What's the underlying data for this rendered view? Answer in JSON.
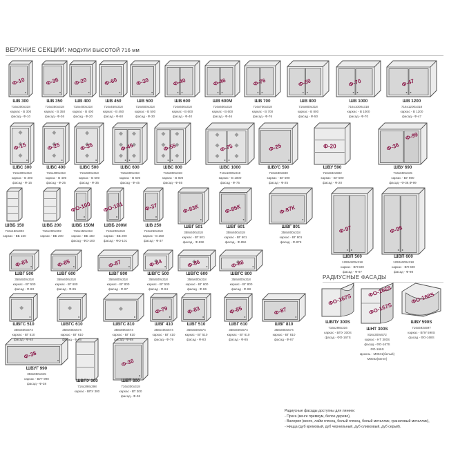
{
  "section_title": {
    "main": "ВЕРХНИЕ СЕКЦИИ:",
    "sub": "МОДУЛИ ВЫСОТОЙ 716 мм"
  },
  "radius_title": "РАДИУСНЫЕ ФАСАДЫ",
  "colors": {
    "frame": "#555555",
    "body": "#ececec",
    "door": "#d7d7d7",
    "label": "#8b1a4a"
  },
  "units": [
    {
      "name": "ШВ 300",
      "dims": "716x300x318",
      "lines": [
        "каркас - В 300",
        "фасад - Ф-10"
      ],
      "code": "Ф-10",
      "kind": "single"
    },
    {
      "name": "ШВ 350",
      "dims": "716x350x318",
      "lines": [
        "каркас - В 350",
        "фасад - Ф-36"
      ],
      "code": "Ф-36",
      "kind": "single"
    },
    {
      "name": "ШВ 400",
      "dims": "716x400x318",
      "lines": [
        "каркас - В 400",
        "фасад - Ф-20"
      ],
      "code": "Ф-20",
      "kind": "single"
    },
    {
      "name": "ШВ 450",
      "dims": "716x450x318",
      "lines": [
        "каркас - В 450",
        "фасад - Ф-60"
      ],
      "code": "Ф-60",
      "kind": "single"
    },
    {
      "name": "ШВ 500",
      "dims": "716x500x318",
      "lines": [
        "каркас - В 500",
        "фасад - Ф-30"
      ],
      "code": "Ф-30",
      "kind": "single"
    },
    {
      "name": "ШВ 600",
      "dims": "716x600x318",
      "lines": [
        "каркас - В 600",
        "фасад - Ф-40"
      ],
      "code": "Ф-40",
      "kind": "double"
    },
    {
      "name": "ШВ 600М",
      "dims": "716x600x318",
      "lines": [
        "каркас - В 600",
        "фасад - Ф-46"
      ],
      "code": "Ф-46",
      "kind": "double"
    },
    {
      "name": "ШВ 700",
      "dims": "716x700x318",
      "lines": [
        "каркас - В 700",
        "фасад - Ф-76"
      ],
      "code": "Ф-76",
      "kind": "double"
    },
    {
      "name": "ШВ 800",
      "dims": "716x800x318",
      "lines": [
        "каркас - В 800",
        "фасад - Ф-50"
      ],
      "code": "Ф-50",
      "kind": "double"
    },
    {
      "name": "ШВ 1000",
      "dims": "716x1000x318",
      "lines": [
        "каркас - В 1000",
        "фасад - Ф-70"
      ],
      "code": "Ф-70",
      "kind": "double"
    },
    {
      "name": "ШВ 1200",
      "dims": "716x1200x318",
      "lines": [
        "каркас - В 1200",
        "фасад - Ф-47"
      ],
      "code": "Ф-47",
      "kind": "double"
    },
    {
      "name": "ШВС 300",
      "dims": "716x300x318",
      "lines": [
        "каркас - В 300",
        "фасад - Ф-15"
      ],
      "code": "Ф-15",
      "kind": "glass"
    },
    {
      "name": "ШВС 400",
      "dims": "716x400x318",
      "lines": [
        "каркас - В 400",
        "фасад - Ф-25"
      ],
      "code": "Ф-25",
      "kind": "glass"
    },
    {
      "name": "ШВС 500",
      "dims": "716x500x318",
      "lines": [
        "каркас - В 500",
        "фасад - Ф-35"
      ],
      "code": "Ф-35",
      "kind": "glass"
    },
    {
      "name": "ШВС 600",
      "dims": "716x600x318",
      "lines": [
        "каркас - В 600",
        "фасад - Ф-45"
      ],
      "code": "Ф-45",
      "kind": "glass2"
    },
    {
      "name": "ШВС 800",
      "dims": "716x800x318",
      "lines": [
        "каркас - В 800",
        "фасад - Ф-55"
      ],
      "code": "Ф-55",
      "kind": "glass2"
    },
    {
      "name": "ШВС 1000",
      "dims": "716x1000x318",
      "lines": [
        "каркас - В 1000",
        "фасад - Ф-75"
      ],
      "code": "Ф-75",
      "kind": "glass2"
    },
    {
      "name": "ШВУС 590",
      "dims": "716x590x590",
      "lines": [
        "каркас - ВУ 590",
        "фасад - Ф-25"
      ],
      "code": "Ф-25",
      "kind": "corner"
    },
    {
      "name": "ШВУ 590",
      "dims": "716x592x592",
      "lines": [
        "каркас - ВУ 590",
        "фасад - Ф-20"
      ],
      "code": "Ф-20",
      "kind": "cornerOpen"
    },
    {
      "name": "ШВУ 690",
      "dims": "716x690x345",
      "lines": [
        "каркас - ВУ 690",
        "фасад - Ф-36,Ф-99"
      ],
      "code": "Ф-36",
      "code2": "Ф-99",
      "kind": "corner2"
    },
    {
      "name": "ШВБ 150",
      "dims": "716x150x302",
      "lines": [
        "каркас - ВБ 150"
      ],
      "code": "",
      "kind": "narrow"
    },
    {
      "name": "ШВБ 200",
      "dims": "716x200x302",
      "lines": [
        "каркас - ВБ 200"
      ],
      "code": "",
      "kind": "narrow"
    },
    {
      "name": "ШВБ 150М",
      "dims": "716x150x318",
      "lines": [
        "каркас - ВБ 150",
        "фасад - ФО-100"
      ],
      "code": "ФО-100",
      "kind": "narrowDoor"
    },
    {
      "name": "ШВБ 200М",
      "dims": "716x200x318",
      "lines": [
        "каркас - ВБ 200",
        "фасад - ФО-101"
      ],
      "code": "ФО-101",
      "kind": "narrowDoor"
    },
    {
      "name": "ШВ 250",
      "dims": "716x250x318",
      "lines": [
        "каркас - В 250",
        "фасад - Ф-37"
      ],
      "code": "Ф-37",
      "kind": "single"
    },
    {
      "name": "ШВГ 501",
      "dims": "358x500x318",
      "lines": [
        "каркас - ВГ 501",
        "фасад - Ф-83К"
      ],
      "code": "Ф-83К",
      "kind": "single"
    },
    {
      "name": "ШВГ 601",
      "dims": "358x600x318",
      "lines": [
        "каркас - ВГ 601",
        "фасад - Ф-85К"
      ],
      "code": "Ф-85К",
      "kind": "single"
    },
    {
      "name": "ШВГ 801",
      "dims": "358x800x318",
      "lines": [
        "каркас - ВГ 801",
        "фасад - Ф-87К"
      ],
      "code": "Ф-87К",
      "kind": "single"
    },
    {
      "name": "ШВП 500",
      "dims": "1290x500x318",
      "lines": [
        "каркас - ВП 500",
        "фасад - Ф-97"
      ],
      "code": "Ф-97",
      "kind": "tall"
    },
    {
      "name": "ШВП 600",
      "dims": "1290x600x318",
      "lines": [
        "каркас - ВП 600",
        "фасад - Ф-98"
      ],
      "code": "Ф-98",
      "kind": "tall"
    },
    {
      "name": "ШВГ 500",
      "dims": "358x500x318",
      "lines": [
        "каркас - ВГ 500",
        "фасад - Ф-83"
      ],
      "code": "Ф-83",
      "kind": "flat"
    },
    {
      "name": "ШВГ 600",
      "dims": "358x600x318",
      "lines": [
        "каркас - ВГ 600",
        "фасад - Ф-85"
      ],
      "code": "Ф-85",
      "kind": "flat"
    },
    {
      "name": "ШВГ 800",
      "dims": "358x800x318",
      "lines": [
        "каркас - ВГ 800",
        "фасад - Ф-87"
      ],
      "code": "Ф-87",
      "kind": "flat"
    },
    {
      "name": "ШВГС 500",
      "dims": "358x500x318",
      "lines": [
        "каркас - ВГ 500",
        "фасад - Ф-84"
      ],
      "code": "Ф-84",
      "kind": "flatGlass"
    },
    {
      "name": "ШВГС 600",
      "dims": "358x600x318",
      "lines": [
        "каркас - ВГ 600",
        "фасад - Ф-86"
      ],
      "code": "Ф-86",
      "kind": "flatGlass"
    },
    {
      "name": "ШВГС 800",
      "dims": "358x800x318",
      "lines": [
        "каркас - ВГ 800",
        "фасад - Ф-88"
      ],
      "code": "Ф-88",
      "kind": "flatGlass"
    },
    {
      "name": "ШВГС 510",
      "dims": "358x500x574",
      "lines": [
        "каркас - ВГ 510",
        "фасад - Ф-84"
      ],
      "code": "",
      "kind": "deepGlass"
    },
    {
      "name": "ШВГС 610",
      "dims": "358x600x574",
      "lines": [
        "каркас - ВГ 610",
        "фасад - Ф-86"
      ],
      "code": "",
      "kind": "deepGlass"
    },
    {
      "name": "ШВГС 810",
      "dims": "358x800x574",
      "lines": [
        "каркас - ВГ 810",
        "фасад - Ф-88"
      ],
      "code": "",
      "kind": "deepGlass"
    },
    {
      "name": "ШВГ 410",
      "dims": "358x400x574",
      "lines": [
        "каркас - ВГ 410",
        "фасад - Ф-79"
      ],
      "code": "Ф-79",
      "kind": "deep"
    },
    {
      "name": "ШВГ 510",
      "dims": "358x500x574",
      "lines": [
        "каркас - ВГ 510",
        "фасад - Ф-83"
      ],
      "code": "Ф-83",
      "kind": "deep"
    },
    {
      "name": "ШВГ 610",
      "dims": "358x600x574",
      "lines": [
        "каркас - ВГ 610",
        "фасад - Ф-85"
      ],
      "code": "Ф-85",
      "kind": "deep"
    },
    {
      "name": "ШВГ 810",
      "dims": "358x800x574",
      "lines": [
        "каркас - ВГ 810",
        "фасад - Ф-87"
      ],
      "code": "Ф-87",
      "kind": "deep"
    },
    {
      "name": "ШВУГ 990",
      "dims": "358x990x345",
      "lines": [
        "каркас - ВУГ 990",
        "фасад - Ф-38"
      ],
      "code": "Ф-38",
      "kind": "longFlat"
    },
    {
      "name": "ШВПУ 300",
      "dims": "716x298x298",
      "lines": [
        "каркас - ВПУ 300"
      ],
      "code": "",
      "kind": "openCorner"
    },
    {
      "name": "ШВТ 300",
      "dims": "716x300x318",
      "lines": [
        "каркас - ВТ 300",
        "фасад - Ф-36"
      ],
      "code": "Ф-36",
      "kind": "endCorner"
    },
    {
      "name": "ШВПУ 300S",
      "dims": "716x298x316",
      "lines": [
        "каркас - ВПУ 300S",
        "фасад - ФО-167S"
      ],
      "code": "ФО-167S",
      "kind": "radius"
    },
    {
      "name": "ШНТ 300S",
      "dims": "816x300x572",
      "lines": [
        "каркас - НТ 300S",
        "фасад - ФО-167S",
        "ФО-166S",
        "Цоколь - М0041(белый)",
        "М0042(венге)"
      ],
      "code": "ФО-166S",
      "code2": "ФО-167S",
      "kind": "radius2"
    },
    {
      "name": "ШВУ 590S",
      "dims": "716x593x597",
      "lines": [
        "каркас - ВПУ 590S",
        "фасад - ФО-168S"
      ],
      "code": "ФО-168S",
      "kind": "radiusCorner"
    }
  ],
  "notes": [
    "Радиусные фасады доступны для линеек:",
    "- Прага (венге премиум, белое дерево),",
    "- Валерия (венге, лайм глянец, белый глянец, белый металлик, гранатовый металлик),",
    "- Ницца (дуб кремовый, дуб чернильный, дуб оливковый, дуб серый)."
  ]
}
